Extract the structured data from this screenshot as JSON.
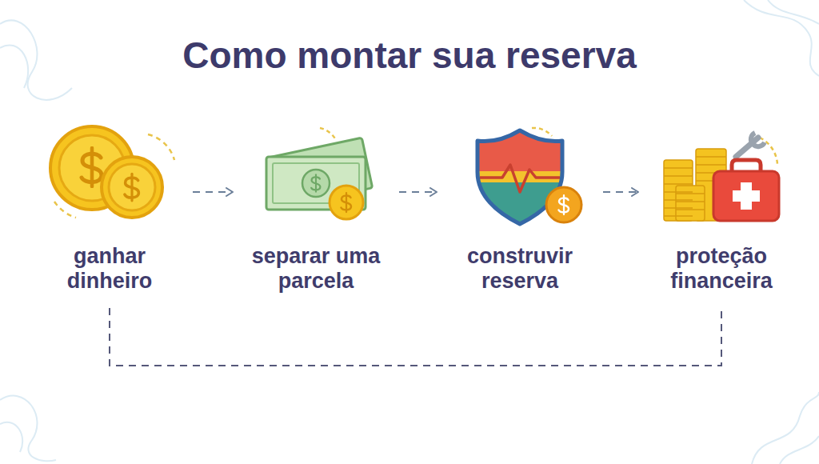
{
  "diagram": {
    "title": "Como montar sua reserva",
    "nodes": [
      {
        "text": [
          "ganhar dinheiro"
        ]
      },
      {
        "text": [
          "separar uma parcela"
        ]
      },
      {
        "text": [
          "construvir reserva"
        ]
      },
      {
        "text": [
          "proteção financeira"
        ]
      }
    ],
    "edges": [
      {
        "from": 0,
        "to": 1,
        "arrow": "to"
      },
      {
        "from": 1,
        "to": 2,
        "arrow": "to"
      },
      {
        "from": 2,
        "to": 3,
        "arrow": "to"
      },
      {
        "from": 0,
        "to": 3,
        "arrow": "none"
      }
    ]
  }
}
